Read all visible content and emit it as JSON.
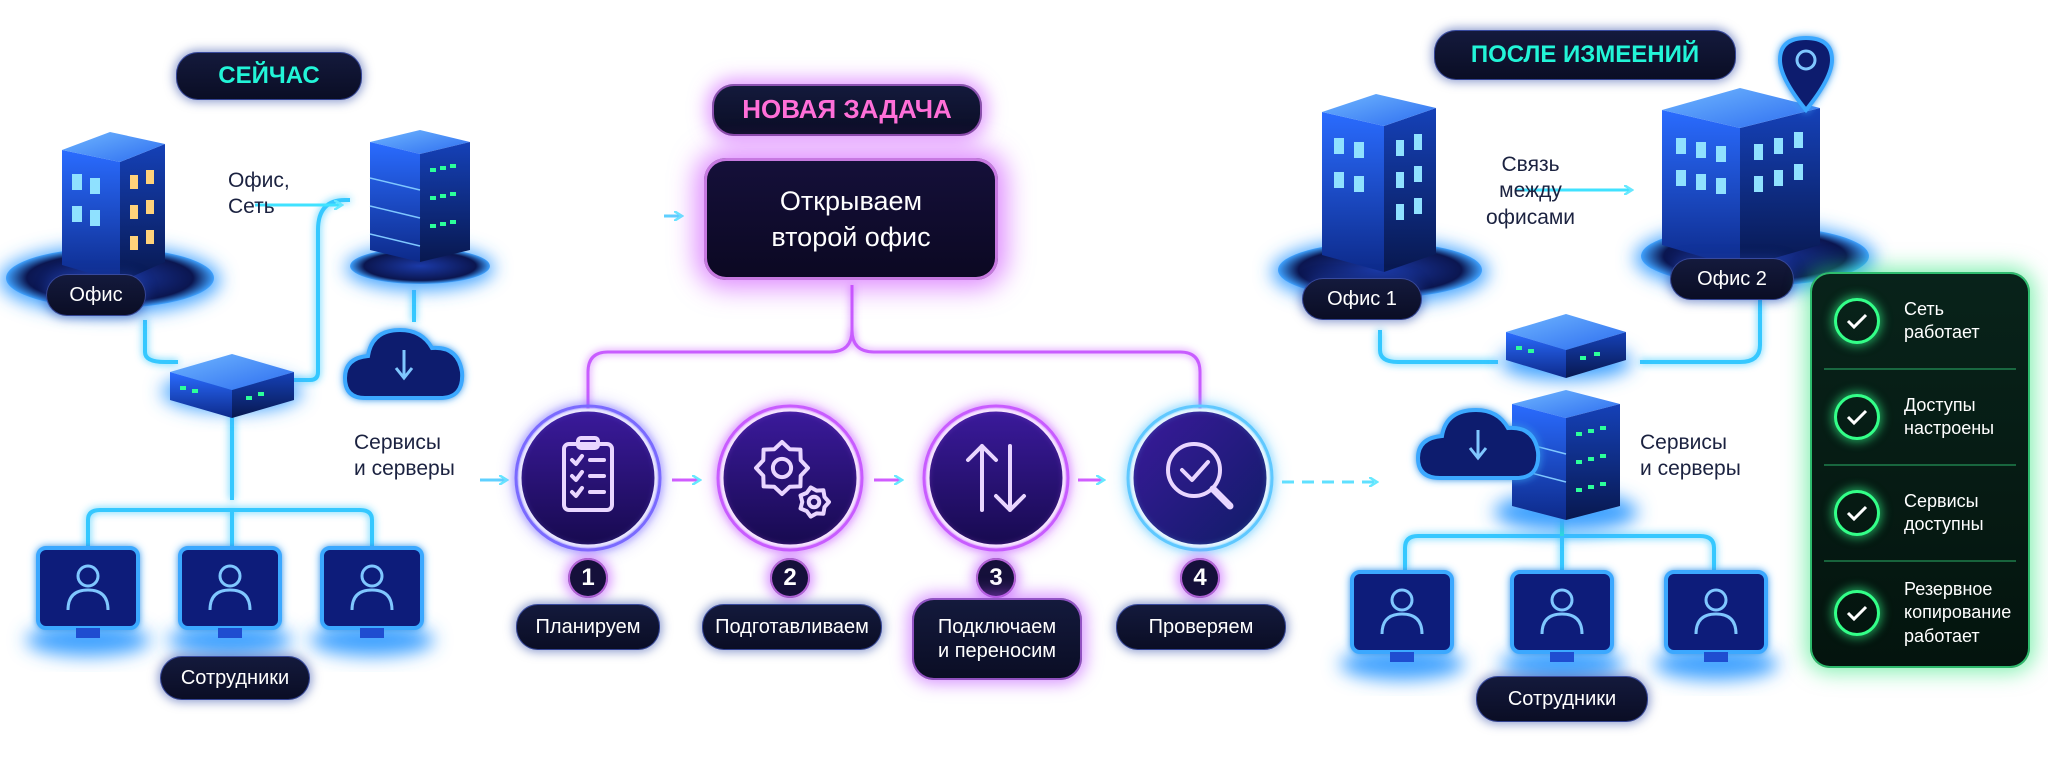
{
  "left": {
    "title": "СЕЙЧАС",
    "office_label": "Офис",
    "office_net_label": "Офис,\nСеть",
    "services_label": "Сервисы\nи серверы",
    "employees_label": "Сотрудники"
  },
  "center": {
    "task_title": "НОВАЯ ЗАДАЧА",
    "task_box": "Открываем\nвторой офис",
    "steps": [
      {
        "number": "1",
        "label": "Планируем",
        "icon": "clipboard-checklist-icon"
      },
      {
        "number": "2",
        "label": "Подготавливаем",
        "icon": "gears-icon"
      },
      {
        "number": "3",
        "label": "Подключаем\nи переносим",
        "icon": "up-down-arrows-icon"
      },
      {
        "number": "4",
        "label": "Проверяем",
        "icon": "magnifier-check-icon"
      }
    ]
  },
  "right": {
    "title": "ПОСЛЕ ИЗМЕЕНИЙ",
    "office1_label": "Офис 1",
    "office2_label": "Офис 2",
    "link_label": "Связь\nмежду\nофисами",
    "services_label": "Сервисы\nи серверы",
    "employees_label": "Сотрудники",
    "checklist": [
      {
        "label": "Сеть\nработает"
      },
      {
        "label": "Доступы\nнастроены"
      },
      {
        "label": "Сервисы\nдоступны"
      },
      {
        "label": "Резервное\nкопирование\nработает"
      }
    ]
  },
  "colors": {
    "neon_blue": "#3aa8ff",
    "neon_cyan": "#22f5d8",
    "neon_purple": "#c85cff",
    "neon_pink": "#ff6fd8",
    "neon_green": "#33ff88",
    "panel_dark": "#0b0d26"
  }
}
